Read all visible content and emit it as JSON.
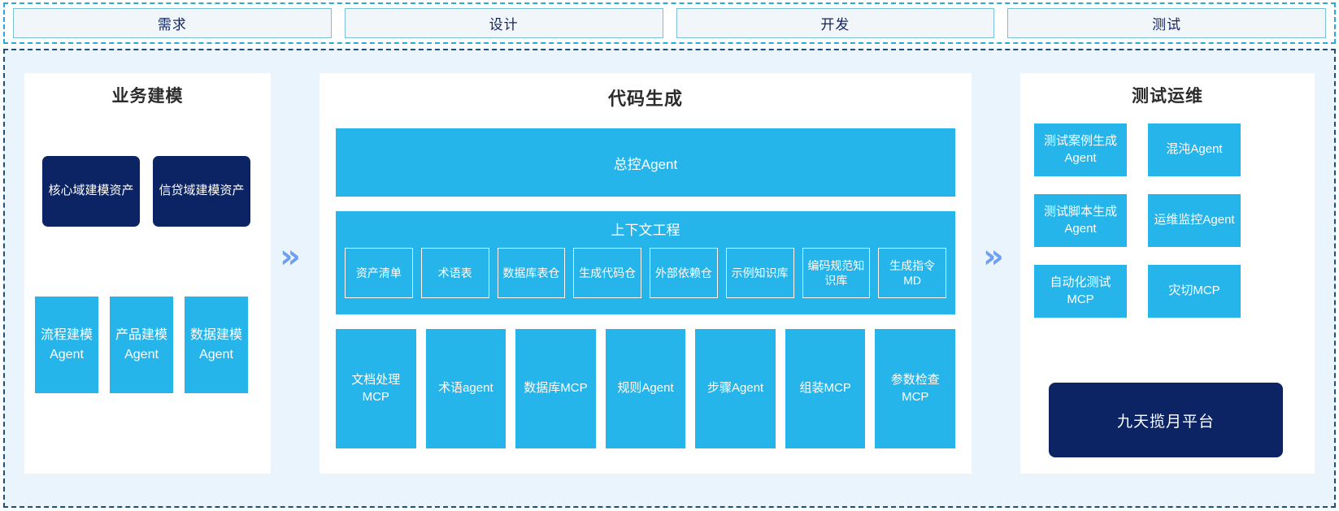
{
  "colors": {
    "accent_cyan": "#26b5eb",
    "dark_navy": "#0d2464",
    "panel_bg": "#ffffff",
    "canvas_bg": "#e9f4fd",
    "chevron": "#6f9ff0",
    "stage_border": "#29a9e0"
  },
  "stages": [
    {
      "label": "需求"
    },
    {
      "label": "设计"
    },
    {
      "label": "开发"
    },
    {
      "label": "测试"
    }
  ],
  "left_panel": {
    "title": "业务建模",
    "assets": [
      {
        "label": "核心域建模资产"
      },
      {
        "label": "信贷域建模资产"
      }
    ],
    "agents": [
      {
        "label": "流程建模Agent"
      },
      {
        "label": "产品建模Agent"
      },
      {
        "label": "数据建模Agent"
      }
    ]
  },
  "center_panel": {
    "title": "代码生成",
    "master_agent": "总控Agent",
    "context": {
      "title": "上下文工程",
      "chips": [
        {
          "label": "资产清单"
        },
        {
          "label": "术语表"
        },
        {
          "label": "数据库表仓"
        },
        {
          "label": "生成代码仓"
        },
        {
          "label": "外部依赖仓"
        },
        {
          "label": "示例知识库"
        },
        {
          "label": "编码规范知识库"
        },
        {
          "label": "生成指令MD"
        }
      ]
    },
    "tools": [
      {
        "label": "文档处理MCP"
      },
      {
        "label": "术语agent"
      },
      {
        "label": "数据库MCP"
      },
      {
        "label": "规则Agent"
      },
      {
        "label": "步骤Agent"
      },
      {
        "label": "组装MCP"
      },
      {
        "label": "参数检查MCP"
      }
    ]
  },
  "right_panel": {
    "title": "测试运维",
    "cards": [
      {
        "label": "测试案例生成Agent"
      },
      {
        "label": "混沌Agent"
      },
      {
        "label": "测试脚本生成Agent"
      },
      {
        "label": "运维监控Agent"
      },
      {
        "label": "自动化测试MCP"
      },
      {
        "label": "灾切MCP"
      }
    ],
    "platform": "九天揽月平台"
  },
  "arrows": {
    "left_to_center": "double-chevron-right",
    "center_to_right": "double-chevron-right"
  }
}
